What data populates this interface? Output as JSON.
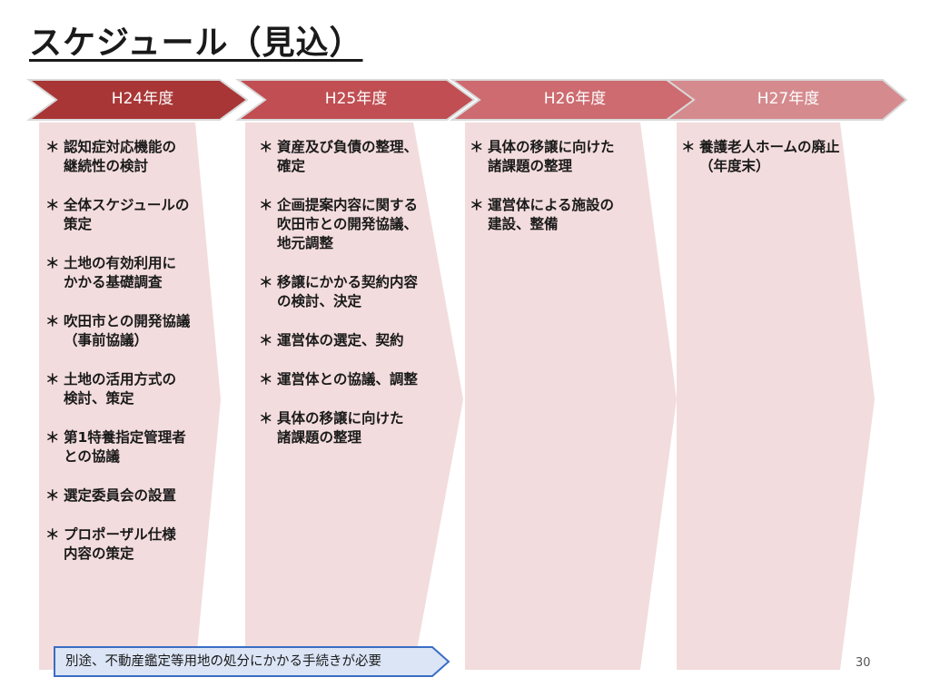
{
  "slide": {
    "title": "スケジュール（見込）",
    "page_number": "30"
  },
  "colors": {
    "phase_dark": "#a93636",
    "phase_mid": "#c04e52",
    "phase_light1": "#cd6b70",
    "phase_light2": "#d58a8e",
    "phase_outline": "#d9d9d9",
    "column_fill": "#f3dcdd",
    "note_fill": "#dbe5f6",
    "note_border": "#3a6dc4"
  },
  "phases": [
    {
      "label": "H24年度",
      "items": [
        [
          "認知症対応機能の",
          "継続性の検討"
        ],
        [
          "全体スケジュールの",
          "策定"
        ],
        [
          "土地の有効利用に",
          "かかる基礎調査"
        ],
        [
          "吹田市との開発協議",
          "（事前協議）"
        ],
        [
          "土地の活用方式の",
          "検討、策定"
        ],
        [
          "第1特養指定管理者",
          "との協議"
        ],
        [
          "選定委員会の設置"
        ],
        [
          "プロポーザル仕様",
          "内容の策定"
        ]
      ]
    },
    {
      "label": "H25年度",
      "items": [
        [
          "資産及び負債の整理、",
          "確定"
        ],
        [
          "企画提案内容に関する",
          "吹田市との開発協議、",
          "地元調整"
        ],
        [
          "移譲にかかる契約内容",
          "の検討、決定"
        ],
        [
          "運営体の選定、契約"
        ],
        [
          "運営体との協議、調整"
        ],
        [
          "具体の移譲に向けた",
          "諸課題の整理"
        ]
      ]
    },
    {
      "label": "H26年度",
      "items": [
        [
          "具体の移譲に向けた",
          "諸課題の整理"
        ],
        [
          "運営体による施設の",
          "建設、整備"
        ]
      ]
    },
    {
      "label": "H27年度",
      "items": [
        [
          "養護老人ホームの廃止",
          "（年度末）"
        ]
      ]
    }
  ],
  "bullet_symbol": "＊",
  "note": {
    "text": "別途、不動産鑑定等用地の処分にかかる手続きが必要"
  }
}
